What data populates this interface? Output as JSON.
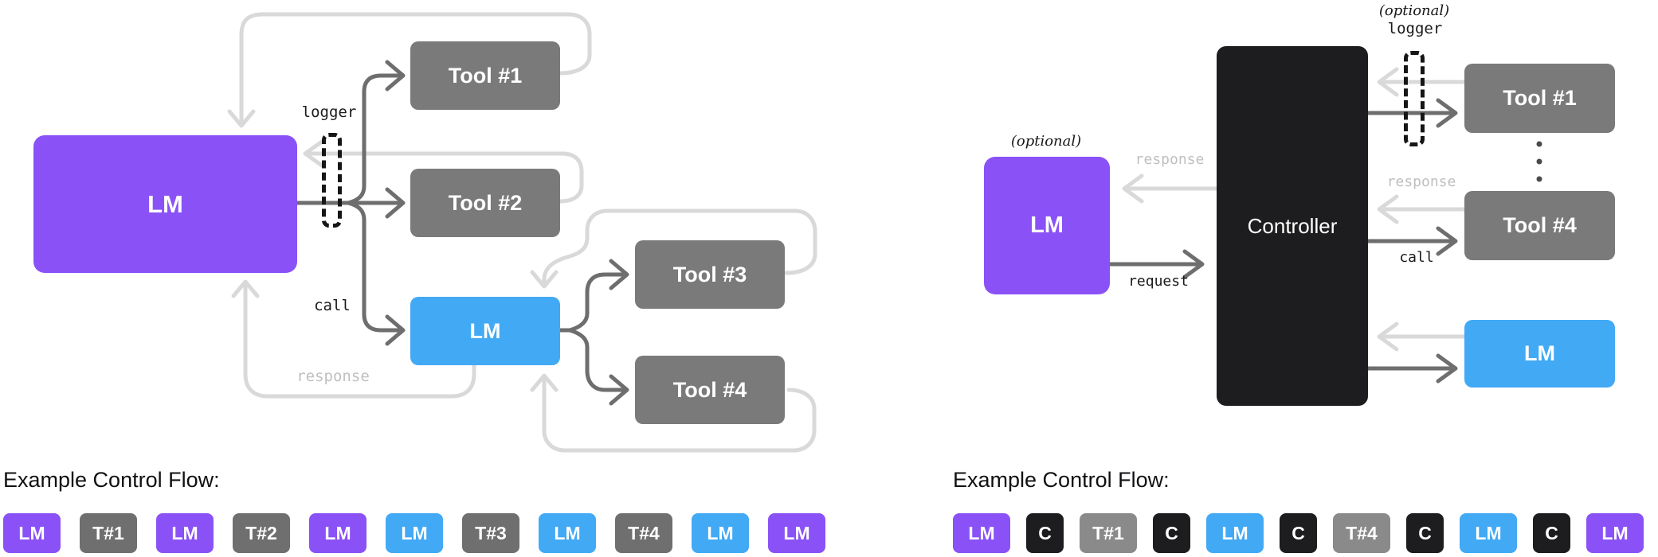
{
  "palette": {
    "purple": "#8a52f6",
    "blue": "#42a9f5",
    "tool_gray": "#7a7a7a",
    "black": "#1d1d1f",
    "light_arrow": "#d9d9d9",
    "dark_arrow": "#6e6e6e",
    "label_dark": "#1a1a1a",
    "label_light": "#bfbfbf"
  },
  "left_diagram": {
    "nodes": {
      "lm_main": "LM",
      "tool1": "Tool #1",
      "tool2": "Tool #2",
      "lm_sub": "LM",
      "tool3": "Tool #3",
      "tool4": "Tool #4"
    },
    "labels": {
      "logger": "logger",
      "call": "call",
      "response": "response"
    },
    "flow_heading": "Example Control Flow:",
    "chips": [
      {
        "label": "LM",
        "color": "purple"
      },
      {
        "label": "T#1",
        "color": "gray"
      },
      {
        "label": "LM",
        "color": "purple"
      },
      {
        "label": "T#2",
        "color": "gray"
      },
      {
        "label": "LM",
        "color": "purple"
      },
      {
        "label": "LM",
        "color": "blue"
      },
      {
        "label": "T#3",
        "color": "gray"
      },
      {
        "label": "LM",
        "color": "blue"
      },
      {
        "label": "T#4",
        "color": "gray"
      },
      {
        "label": "LM",
        "color": "blue"
      },
      {
        "label": "LM",
        "color": "purple"
      }
    ]
  },
  "right_diagram": {
    "nodes": {
      "lm": "LM",
      "controller": "Controller",
      "tool1": "Tool #1",
      "tool4": "Tool #4",
      "lm_blue": "LM"
    },
    "labels": {
      "optional_lm": "(optional)",
      "response_lm": "response",
      "request": "request",
      "optional_logger": "(optional)",
      "logger": "logger",
      "response_tool": "response",
      "call": "call"
    },
    "flow_heading": "Example Control Flow:",
    "chips": [
      {
        "label": "LM",
        "color": "purple"
      },
      {
        "label": "C",
        "color": "black",
        "narrow": true
      },
      {
        "label": "T#1",
        "color": "lightgray"
      },
      {
        "label": "C",
        "color": "black",
        "narrow": true
      },
      {
        "label": "LM",
        "color": "blue"
      },
      {
        "label": "C",
        "color": "black",
        "narrow": true
      },
      {
        "label": "T#4",
        "color": "lightgray"
      },
      {
        "label": "C",
        "color": "black",
        "narrow": true
      },
      {
        "label": "LM",
        "color": "blue"
      },
      {
        "label": "C",
        "color": "black",
        "narrow": true
      },
      {
        "label": "LM",
        "color": "purple"
      }
    ]
  }
}
